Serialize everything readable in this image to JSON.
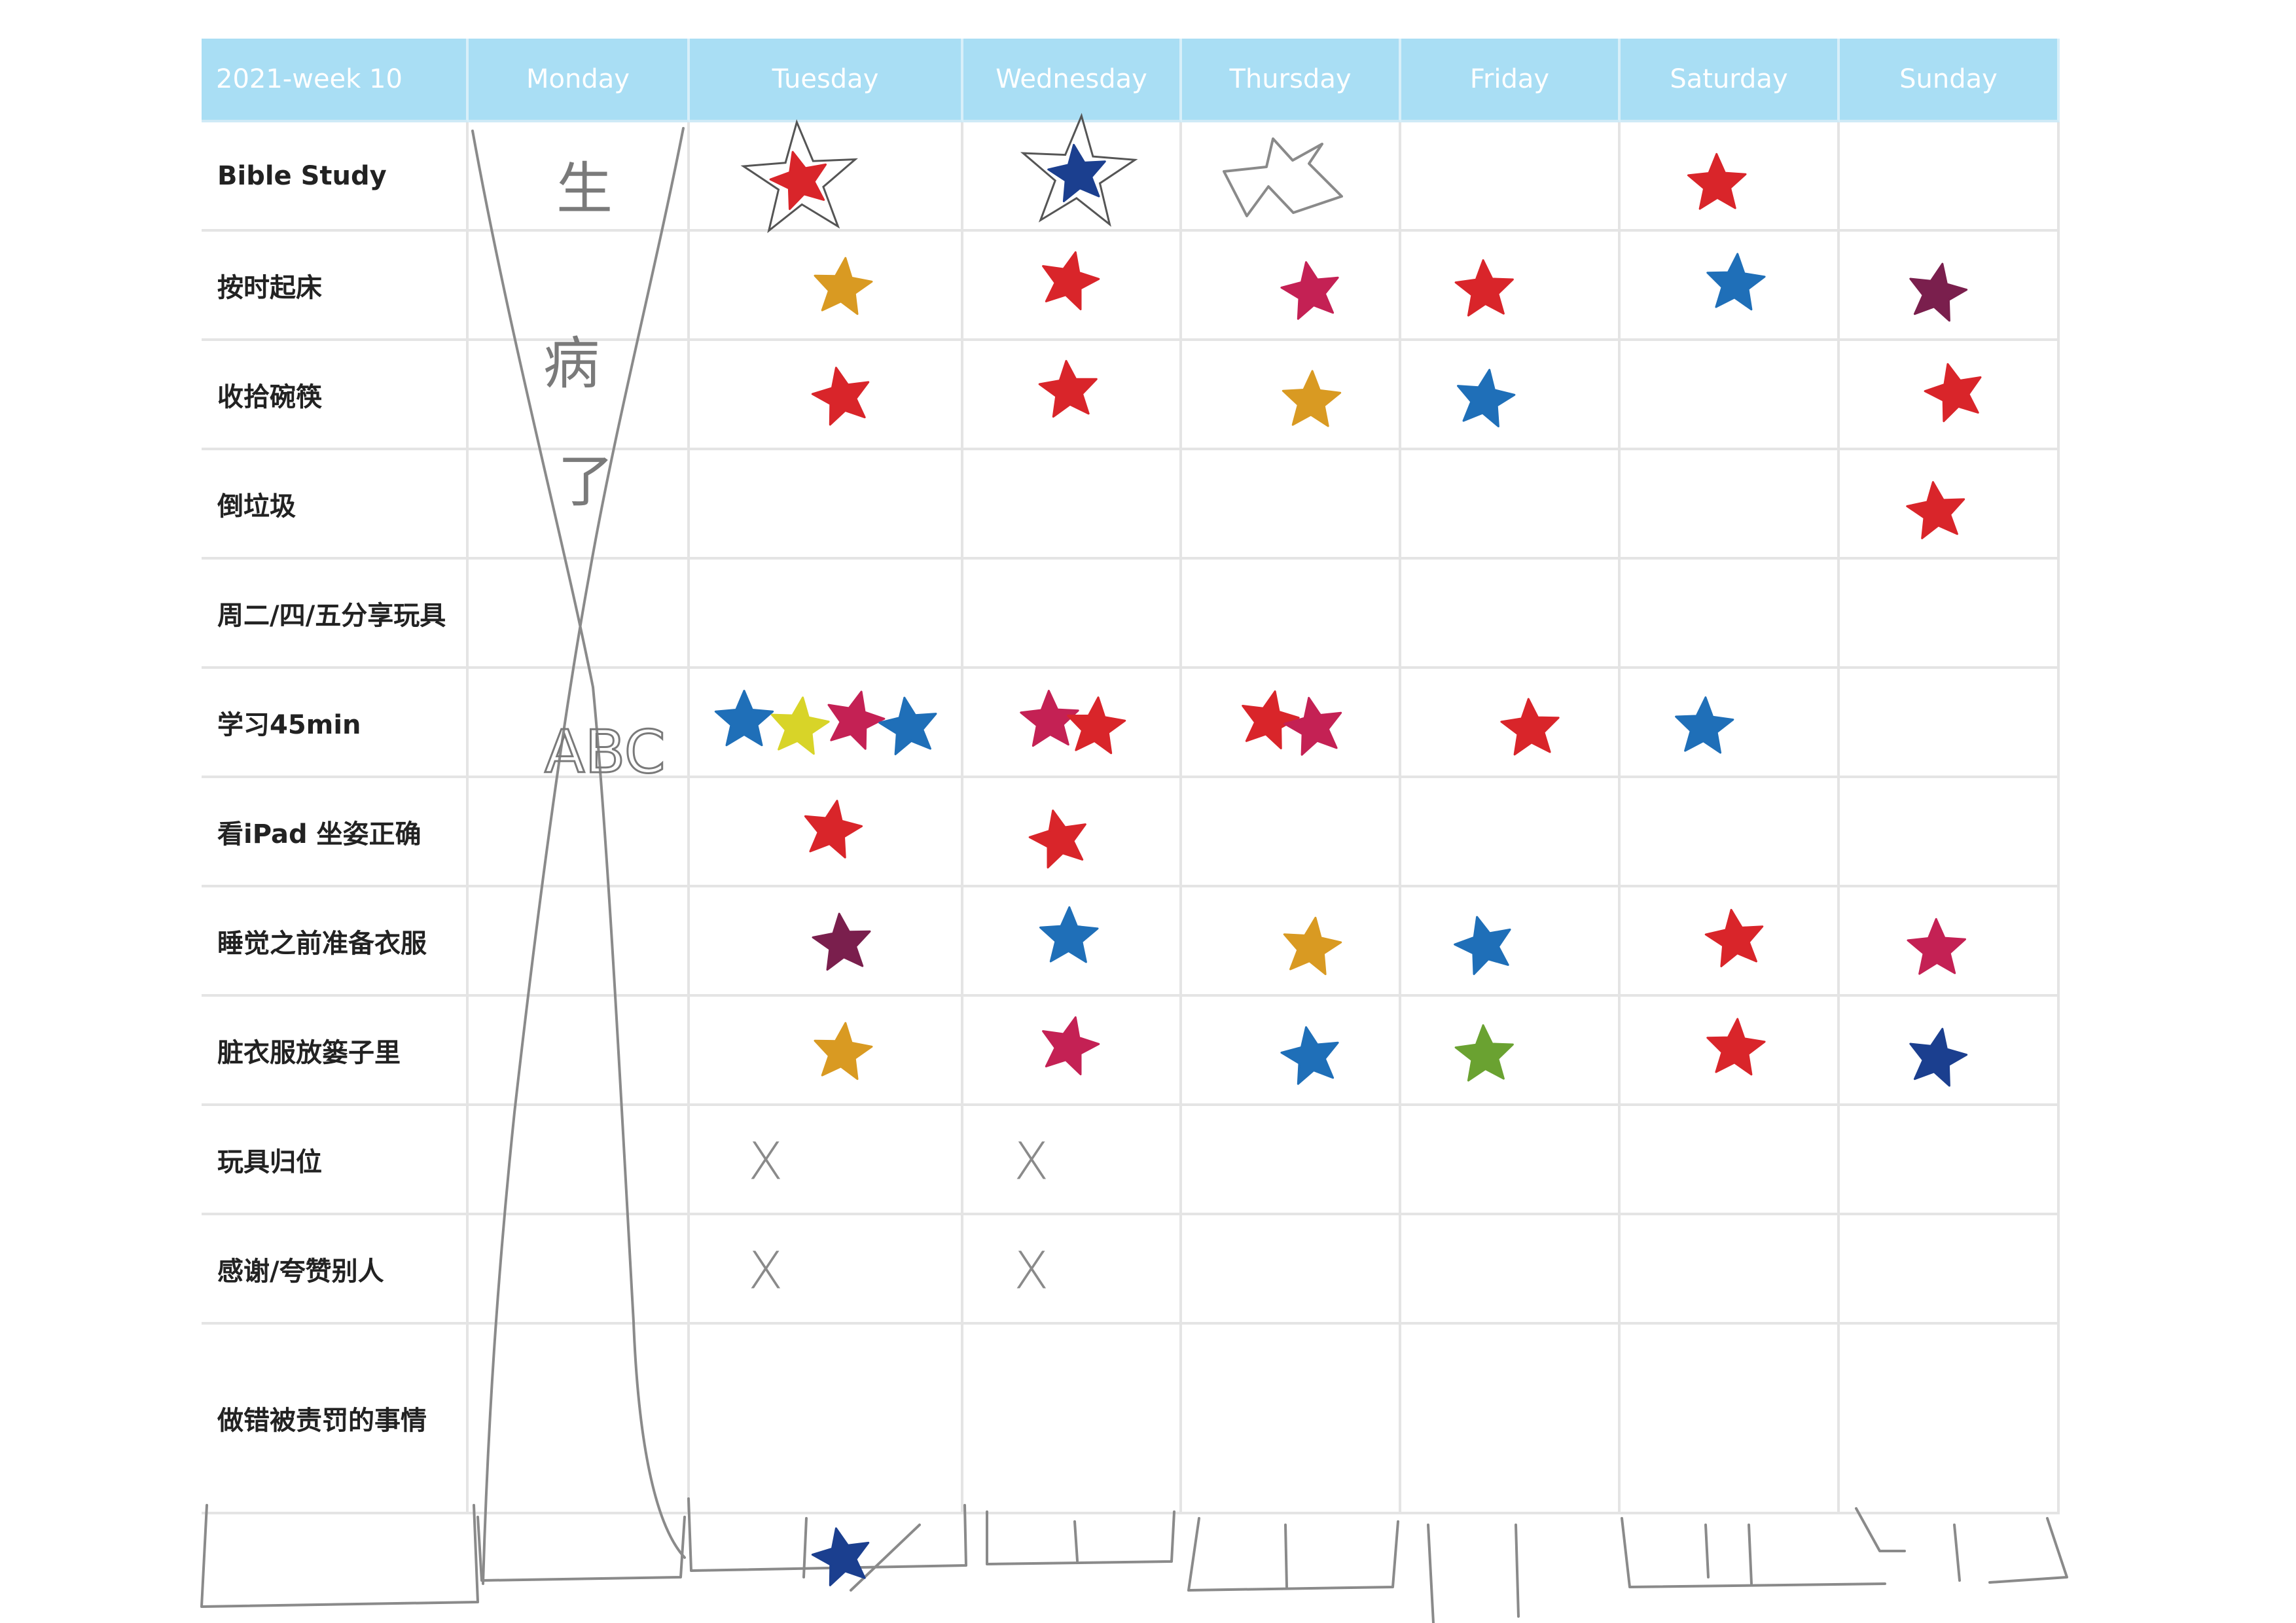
{
  "chart": {
    "header": {
      "week_label": "2021-week 10",
      "days": [
        "Monday",
        "Tuesday",
        "Wednesday",
        "Thursday",
        "Friday",
        "Saturday",
        "Sunday"
      ]
    },
    "tasks": [
      "Bible Study",
      "按时起床",
      "收拾碗筷",
      "倒垃圾",
      "周二/四/五分享玩具",
      "学习45min",
      "看iPad 坐姿正确",
      "睡觉之前准备衣服",
      "脏衣服放篓子里",
      "玩具归位",
      "感谢/夸赞别人",
      "做错被责罚的事情"
    ],
    "handwriting": {
      "monday_note": [
        "生",
        "病",
        "了"
      ],
      "monday_scribble": "ABC",
      "cross_mark": "X"
    },
    "colors": {
      "header_bg": "#a9def4",
      "grid_line": "#e4e4e4",
      "pencil": "#8a8a8a",
      "star_red": "#d9252a",
      "star_navy": "#1b3f8f",
      "star_blue": "#1f6fb8",
      "star_orange": "#d99a22",
      "star_crimson": "#c42154",
      "star_plum": "#7a1f4d",
      "star_yellow": "#d8d428",
      "star_green": "#6aa231"
    },
    "stars": [
      {
        "task": 0,
        "day": 1,
        "color": "star_red",
        "note": "outlined"
      },
      {
        "task": 0,
        "day": 2,
        "color": "star_navy",
        "note": "outlined"
      },
      {
        "task": 0,
        "day": 5,
        "color": "star_red"
      },
      {
        "task": 1,
        "day": 1,
        "color": "star_orange"
      },
      {
        "task": 1,
        "day": 2,
        "color": "star_red"
      },
      {
        "task": 1,
        "day": 3,
        "color": "star_crimson"
      },
      {
        "task": 1,
        "day": 4,
        "color": "star_red"
      },
      {
        "task": 1,
        "day": 5,
        "color": "star_blue"
      },
      {
        "task": 1,
        "day": 6,
        "color": "star_plum"
      },
      {
        "task": 2,
        "day": 1,
        "color": "star_red"
      },
      {
        "task": 2,
        "day": 2,
        "color": "star_red"
      },
      {
        "task": 2,
        "day": 3,
        "color": "star_orange"
      },
      {
        "task": 2,
        "day": 4,
        "color": "star_blue"
      },
      {
        "task": 2,
        "day": 6,
        "color": "star_red"
      },
      {
        "task": 3,
        "day": 6,
        "color": "star_red"
      },
      {
        "task": 5,
        "day": 1,
        "color": "star_blue"
      },
      {
        "task": 5,
        "day": 1,
        "color": "star_yellow"
      },
      {
        "task": 5,
        "day": 1,
        "color": "star_crimson"
      },
      {
        "task": 5,
        "day": 1,
        "color": "star_blue"
      },
      {
        "task": 5,
        "day": 2,
        "color": "star_crimson"
      },
      {
        "task": 5,
        "day": 2,
        "color": "star_red"
      },
      {
        "task": 5,
        "day": 3,
        "color": "star_red"
      },
      {
        "task": 5,
        "day": 3,
        "color": "star_crimson"
      },
      {
        "task": 5,
        "day": 4,
        "color": "star_red"
      },
      {
        "task": 5,
        "day": 5,
        "color": "star_blue"
      },
      {
        "task": 6,
        "day": 1,
        "color": "star_red"
      },
      {
        "task": 6,
        "day": 2,
        "color": "star_red"
      },
      {
        "task": 7,
        "day": 1,
        "color": "star_plum"
      },
      {
        "task": 7,
        "day": 2,
        "color": "star_blue"
      },
      {
        "task": 7,
        "day": 3,
        "color": "star_orange"
      },
      {
        "task": 7,
        "day": 4,
        "color": "star_blue"
      },
      {
        "task": 7,
        "day": 5,
        "color": "star_red"
      },
      {
        "task": 7,
        "day": 6,
        "color": "star_crimson"
      },
      {
        "task": 8,
        "day": 1,
        "color": "star_orange"
      },
      {
        "task": 8,
        "day": 2,
        "color": "star_crimson"
      },
      {
        "task": 8,
        "day": 3,
        "color": "star_blue"
      },
      {
        "task": 8,
        "day": 4,
        "color": "star_green"
      },
      {
        "task": 8,
        "day": 5,
        "color": "star_red"
      },
      {
        "task": 8,
        "day": 6,
        "color": "star_navy"
      },
      {
        "task": 12,
        "day": 1,
        "color": "star_navy",
        "note": "hand-drawn bottom row"
      }
    ],
    "crosses": [
      {
        "task": 9,
        "day": 1
      },
      {
        "task": 9,
        "day": 2
      },
      {
        "task": 10,
        "day": 1
      },
      {
        "task": 10,
        "day": 2
      }
    ]
  }
}
